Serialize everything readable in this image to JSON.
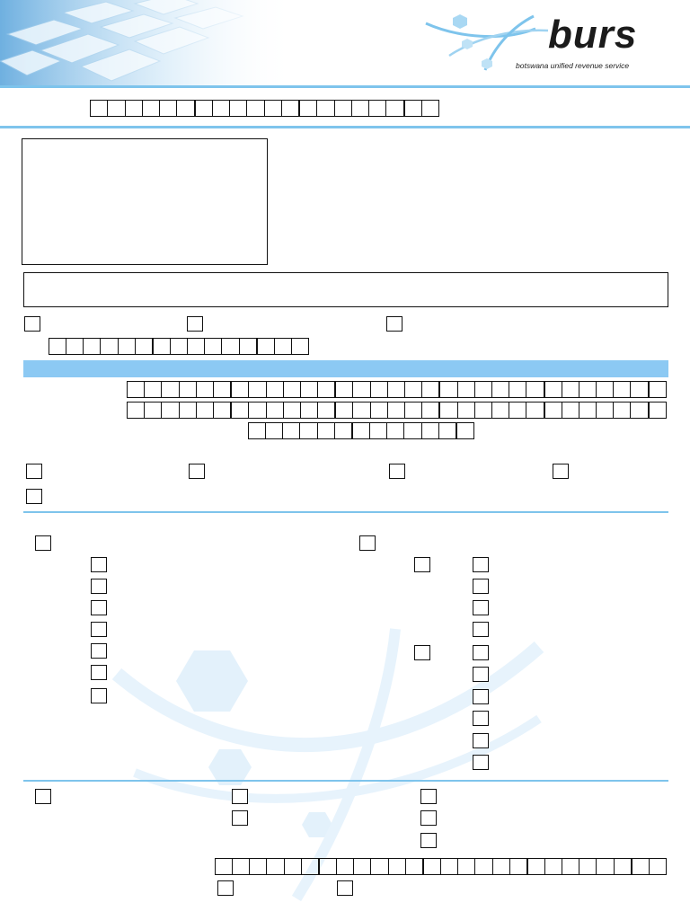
{
  "brand": {
    "name": "burs",
    "subtitle": "botswana unified revenue service",
    "accent_color": "#7ec4ec",
    "band_color": "#8cc9f3"
  },
  "icons": [
    "keyboard-photo-graphic",
    "burs-swoosh-logo-icon",
    "hexagon-watermark-graphic"
  ]
}
